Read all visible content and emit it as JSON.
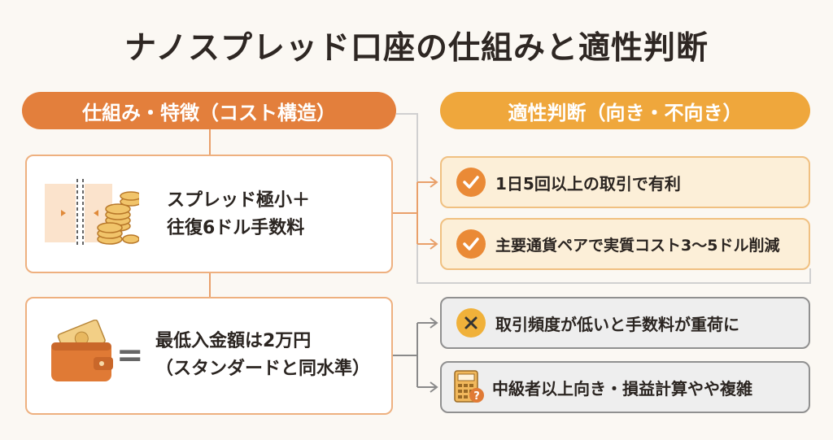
{
  "title": "ナノスプレッド口座の仕組みと適性判断",
  "left_header": "仕組み・特徴（コスト構造）",
  "right_header": "適性判断（向き・不向き）",
  "features": [
    {
      "line1": "スプレッド極小＋",
      "line2": "往復6ドル手数料",
      "icon": "spread-coins-icon"
    },
    {
      "line1": "最低入金額は2万円",
      "line2": "（スタンダードと同水準）",
      "icon": "wallet-icon"
    }
  ],
  "equals_sign": "=",
  "pros": [
    {
      "label": "1日5回以上の取引で有利",
      "icon": "check-icon"
    },
    {
      "label": "主要通貨ペアで実質コスト3〜5ドル削減",
      "icon": "check-icon"
    }
  ],
  "cons": [
    {
      "label": "取引頻度が低いと手数料が重荷に",
      "icon": "x-icon"
    },
    {
      "label": "中級者以上向き・損益計算やや複雑",
      "icon": "calculator-icon"
    }
  ],
  "colors": {
    "accent_orange": "#e37f3c",
    "accent_amber": "#efa73c",
    "neutral_border": "#909090"
  }
}
